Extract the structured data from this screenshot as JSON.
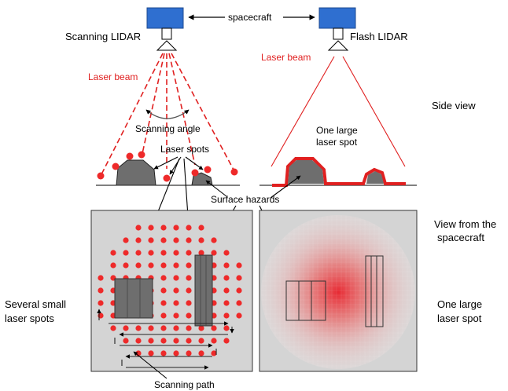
{
  "labels": {
    "spacecraft": "spacecraft",
    "scanning_lidar": "Scanning LIDAR",
    "flash_lidar": "Flash LIDAR",
    "laser_beam_left": "Laser beam",
    "laser_beam_right": "Laser beam",
    "side_view": "Side view",
    "scanning_angle": "Scanning angle",
    "laser_spots": "Laser spots",
    "one_large_laser_spot_top_1": "One large",
    "one_large_laser_spot_top_2": "laser spot",
    "surface_hazards": "Surface hazards",
    "view_from_1": "View from the",
    "view_from_2": "spacecraft",
    "several_small_1": "Several small",
    "several_small_2": "laser spots",
    "one_large_bottom_1": "One large",
    "one_large_bottom_2": "laser spot",
    "scanning_path": "Scanning path"
  },
  "colors": {
    "spacecraft_blue": "#2f6fd0",
    "laser_red": "#e02020",
    "spot_red": "#ee2a2a",
    "hazard_gray": "#6e6e6e",
    "panel_gray": "#d4d4d4"
  }
}
